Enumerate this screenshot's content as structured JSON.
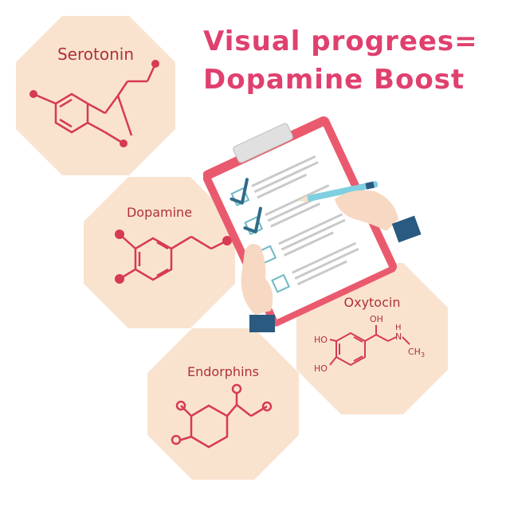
{
  "title": {
    "line1": "Visual progrees=",
    "line2": "Dopamine Boost"
  },
  "molecules": {
    "serotonin": {
      "label": "Serotonin"
    },
    "dopamine": {
      "label": "Dopamine"
    },
    "endorphins": {
      "label": "Endorphins"
    },
    "oxytocin": {
      "label": "Oxytocin",
      "atoms": {
        "oh_top": "OH",
        "ho_1": "HO",
        "ho_2": "HO",
        "n": "N",
        "h": "H",
        "ch3": "CH",
        "sub3": "3"
      }
    }
  },
  "colors": {
    "octagon": "#f9e3cf",
    "accent": "#e0406e",
    "molecule": "#d63a55",
    "label": "#b0303a",
    "clipboard": "#ea5a6e",
    "check": "#3a6f8a",
    "pen": "#7ecfe0",
    "cuff": "#2a5a80",
    "skin": "#f7d8c2"
  },
  "icons": [
    "clipboard-icon",
    "hand-icon",
    "pen-icon",
    "checkmark-icon"
  ]
}
